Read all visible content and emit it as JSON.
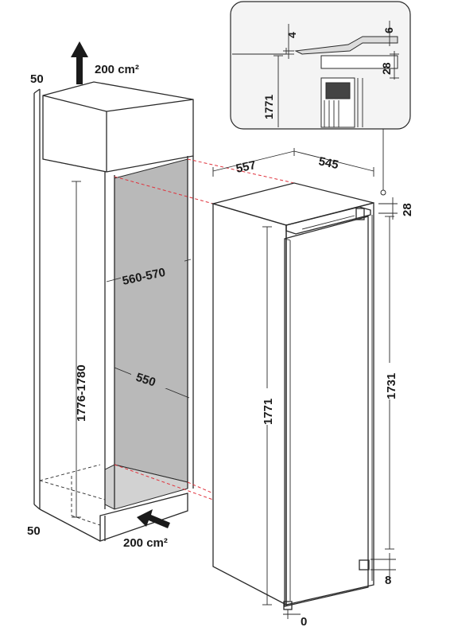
{
  "colors": {
    "line": "#2a2a2a",
    "cavity_back": "#b9b9b9",
    "cavity_floor": "#d2d2d2",
    "red_guides": "#e0323c",
    "callout_bg": "#f4f4f4"
  },
  "icons": {
    "arrow_up": "arrow-up-icon",
    "arrow_in": "arrow-in-icon"
  },
  "dimensions": {
    "vent_top": "200 cm²",
    "vent_bottom": "200 cm²",
    "gap_top_left": "50",
    "gap_bottom_left": "50",
    "niche_height": "1776-1780",
    "niche_width": "560-570",
    "niche_depth": "550",
    "appliance_width": "557",
    "appliance_depth": "545",
    "top_offset": "28",
    "appliance_height": "1771",
    "body_height": "1731",
    "foot_height": "8",
    "foot_offset": "0"
  },
  "callout": {
    "gap_a": "4",
    "gap_b": "6",
    "gap_c": "28",
    "height": "1771"
  }
}
